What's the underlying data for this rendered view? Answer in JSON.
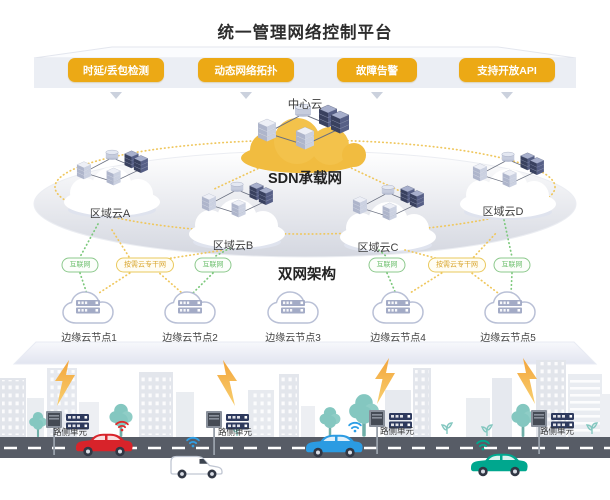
{
  "header": {
    "title": "统一管理网络控制平台"
  },
  "platform_features": [
    "时延/丢包检测",
    "动态网络拓扑",
    "故障告警",
    "支持开放API"
  ],
  "center_cloud_label": "中心云",
  "sdn_label": "SDN承载网",
  "regional_clouds": [
    "区域云A",
    "区域云B",
    "区域云C",
    "区域云D"
  ],
  "dual_network_label": "双网架构",
  "link_pills": [
    {
      "label": "互联网",
      "type": "internet"
    },
    {
      "label": "按需云专干网",
      "type": "backbone"
    },
    {
      "label": "互联网",
      "type": "internet"
    },
    {
      "label": "互联网",
      "type": "internet"
    },
    {
      "label": "按需云专干网",
      "type": "backbone"
    },
    {
      "label": "互联网",
      "type": "internet"
    }
  ],
  "edge_nodes": [
    "边缘云节点1",
    "边缘云节点2",
    "边缘云节点3",
    "边缘云节点4",
    "边缘云节点5"
  ],
  "roadside_unit_label": "路侧单元",
  "colors": {
    "primary_yellow": "#ECA915",
    "gold_cloud": "#F3C24B",
    "green_link": "#6CBF6C",
    "yellow_link": "#D9A52C",
    "lightning_orange": "#F3A53C",
    "road_gray": "#575C66",
    "car_red": "#D8232A",
    "car_blue": "#2B9BE2",
    "car_teal": "#00A78E"
  }
}
